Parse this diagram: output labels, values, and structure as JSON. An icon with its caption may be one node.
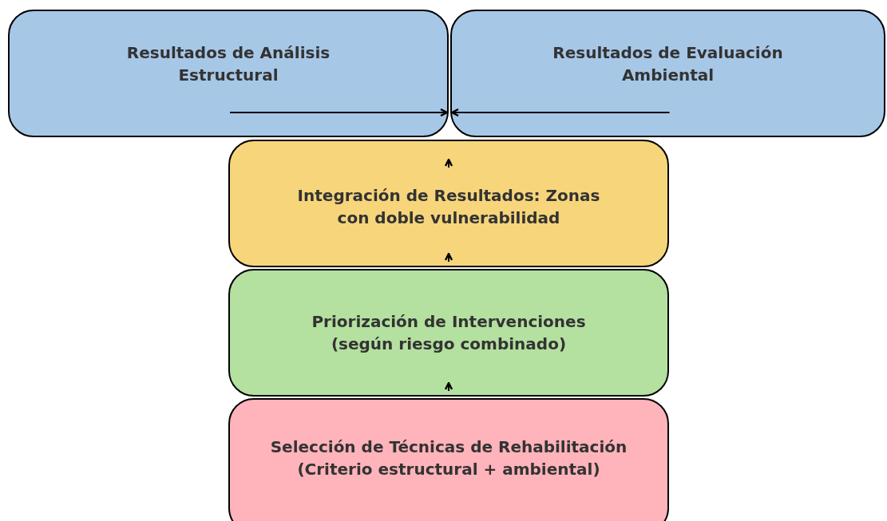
{
  "diagram": {
    "nodes": [
      {
        "text": [
          "Resultados de Análisis Estructural"
        ]
      },
      {
        "text": [
          "Resultados de Evaluación Ambiental"
        ]
      },
      {
        "text": [
          "Integración de Resultados: Zonas con doble vulnerabilidad"
        ]
      },
      {
        "text": [
          "Priorización de Intervenciones (según riesgo combinado)"
        ]
      },
      {
        "text": [
          "Selección de Técnicas de Rehabilitación (Criterio estructural + ambiental)"
        ]
      }
    ],
    "edges": [
      {
        "from": 0,
        "to": 1,
        "arrow": "to"
      },
      {
        "from": 1,
        "to": 0,
        "arrow": "to"
      },
      {
        "from": null,
        "to": 2,
        "arrow": "to"
      },
      {
        "from": 3,
        "to": 2,
        "arrow": "to"
      },
      {
        "from": 4,
        "to": 3,
        "arrow": "to"
      }
    ]
  }
}
